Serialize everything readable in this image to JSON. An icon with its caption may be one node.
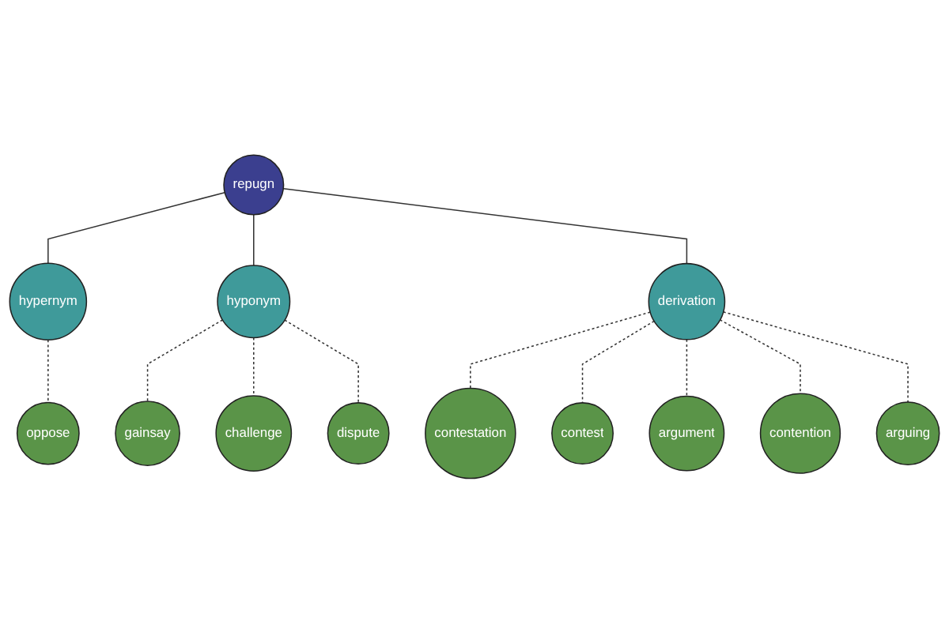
{
  "diagram": {
    "nodes": [
      {
        "text": [
          "oppose"
        ]
      },
      {
        "text": [
          "hypernym"
        ]
      },
      {
        "text": [
          "gainsay"
        ]
      },
      {
        "text": [
          "contestation"
        ]
      },
      {
        "text": [
          "repugn"
        ]
      },
      {
        "text": [
          "hyponym"
        ]
      },
      {
        "text": [
          "challenge"
        ]
      },
      {
        "text": [
          "contest"
        ]
      },
      {
        "text": [
          "derivation"
        ]
      },
      {
        "text": [
          "argument"
        ]
      },
      {
        "text": [
          "dispute"
        ]
      },
      {
        "text": [
          "arguing"
        ]
      },
      {
        "text": [
          "contention"
        ]
      }
    ],
    "edges": [
      {
        "from": 4,
        "to": 1,
        "arrow": "none"
      },
      {
        "from": 4,
        "to": 5,
        "arrow": "none"
      },
      {
        "from": 4,
        "to": 8,
        "arrow": "none"
      },
      {
        "from": 1,
        "to": 0,
        "arrow": "none",
        "style": "dashed"
      },
      {
        "from": 5,
        "to": 2,
        "arrow": "none",
        "style": "dashed"
      },
      {
        "from": 5,
        "to": 6,
        "arrow": "none",
        "style": "dashed"
      },
      {
        "from": 5,
        "to": 10,
        "arrow": "none",
        "style": "dashed"
      },
      {
        "from": 8,
        "to": 3,
        "arrow": "none",
        "style": "dashed"
      },
      {
        "from": 8,
        "to": 7,
        "arrow": "none",
        "style": "dashed"
      },
      {
        "from": 8,
        "to": 9,
        "arrow": "none",
        "style": "dashed"
      },
      {
        "from": 8,
        "to": 12,
        "arrow": "none",
        "style": "dashed"
      },
      {
        "from": 8,
        "to": 11,
        "arrow": "none",
        "style": "dashed"
      }
    ]
  }
}
